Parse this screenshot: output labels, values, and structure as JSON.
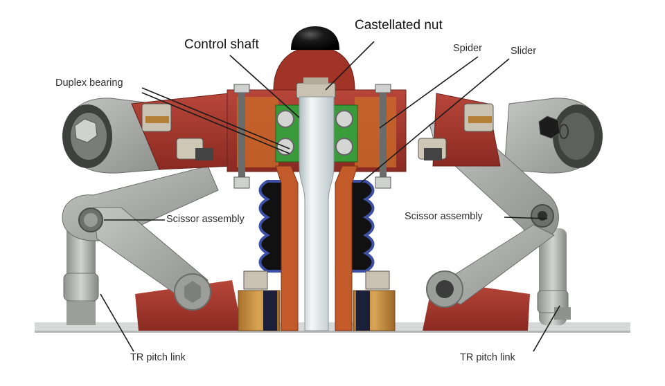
{
  "labels": {
    "castellated_nut": "Castellated nut",
    "control_shaft": "Control shaft",
    "spider": "Spider",
    "slider": "Slider",
    "duplex_bearing": "Duplex bearing",
    "scissor_assembly_left": "Scissor assembly",
    "scissor_assembly_right": "Scissor assembly",
    "tr_pitch_link_left": "TR pitch link",
    "tr_pitch_link_right": "TR pitch link"
  },
  "colors": {
    "housing_red": "#9a2f27",
    "housing_red_light": "#b44236",
    "bellows_black": "#111111",
    "bellows_blue": "#3e4fa6",
    "bearing_green": "#3a9b3a",
    "shaft_white": "#e6ebec",
    "gold": "#c28a3c",
    "arm_gray": "#a5a7a4",
    "arm_gray_dark": "#6c6e6b",
    "leader_line": "#1a1a1a"
  }
}
